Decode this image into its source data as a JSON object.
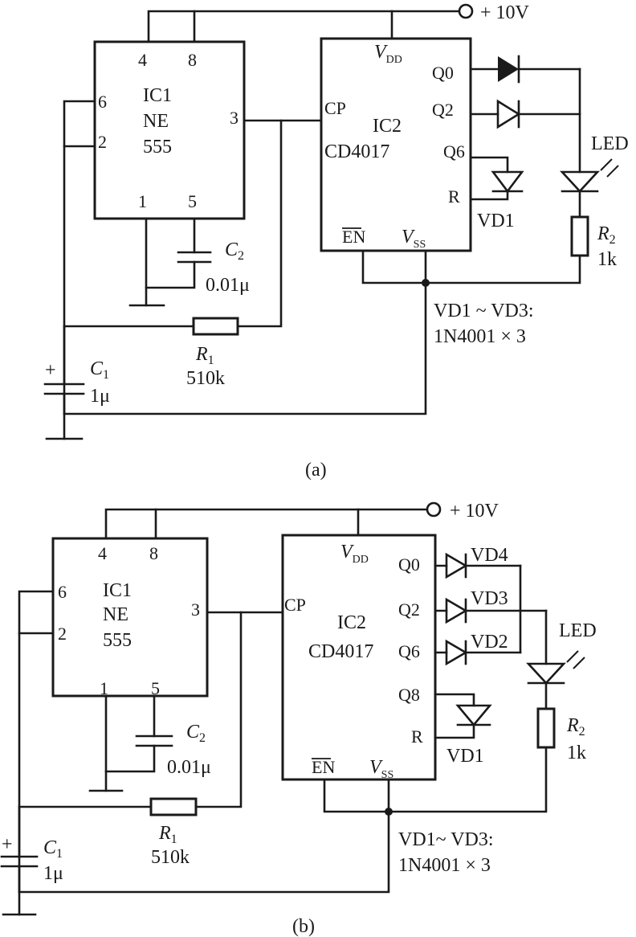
{
  "diagrams": [
    {
      "caption": "(a)",
      "supply": "+ 10V",
      "ic1": {
        "name": "IC1",
        "line2": "NE",
        "line3": "555",
        "pin4": "4",
        "pin8": "8",
        "pin6": "6",
        "pin2": "2",
        "pin3": "3",
        "pin1": "1",
        "pin5": "5"
      },
      "ic2": {
        "name": "IC2",
        "part": "CD4017",
        "vdd": "V",
        "vdd_sub": "DD",
        "cp": "CP",
        "q0": "Q0",
        "q2": "Q2",
        "q6": "Q6",
        "r": "R",
        "en": "EN",
        "vss": "V",
        "vss_sub": "SS"
      },
      "c2": {
        "name": "C",
        "sub": "2",
        "value": "0.01μ"
      },
      "c1": {
        "plus": "+",
        "name": "C",
        "sub": "1",
        "value": "1μ"
      },
      "r1": {
        "name": "R",
        "sub": "1",
        "value": "510k"
      },
      "r2": {
        "name": "R",
        "sub": "2",
        "value": "1k"
      },
      "led": "LED",
      "vd1": "VD1",
      "note1": "VD1 ~ VD3:",
      "note2": "1N4001 × 3"
    },
    {
      "caption": "(b)",
      "supply": "+ 10V",
      "ic1": {
        "name": "IC1",
        "line2": "NE",
        "line3": "555",
        "pin4": "4",
        "pin8": "8",
        "pin6": "6",
        "pin2": "2",
        "pin3": "3",
        "pin1": "1",
        "pin5": "5"
      },
      "ic2": {
        "name": "IC2",
        "part": "CD4017",
        "vdd": "V",
        "vdd_sub": "DD",
        "cp": "CP",
        "q0": "Q0",
        "q2": "Q2",
        "q6": "Q6",
        "q8": "Q8",
        "r": "R",
        "en": "EN",
        "vss": "V",
        "vss_sub": "SS"
      },
      "c2": {
        "name": "C",
        "sub": "2",
        "value": "0.01μ"
      },
      "c1": {
        "plus": "+",
        "name": "C",
        "sub": "1",
        "value": "1μ"
      },
      "r1": {
        "name": "R",
        "sub": "1",
        "value": "510k"
      },
      "r2": {
        "name": "R",
        "sub": "2",
        "value": "1k"
      },
      "led": "LED",
      "vd1": "VD1",
      "vd2": "VD2",
      "vd3": "VD3",
      "vd4": "VD4",
      "note1": "VD1~ VD3:",
      "note2": "1N4001 × 3"
    }
  ]
}
